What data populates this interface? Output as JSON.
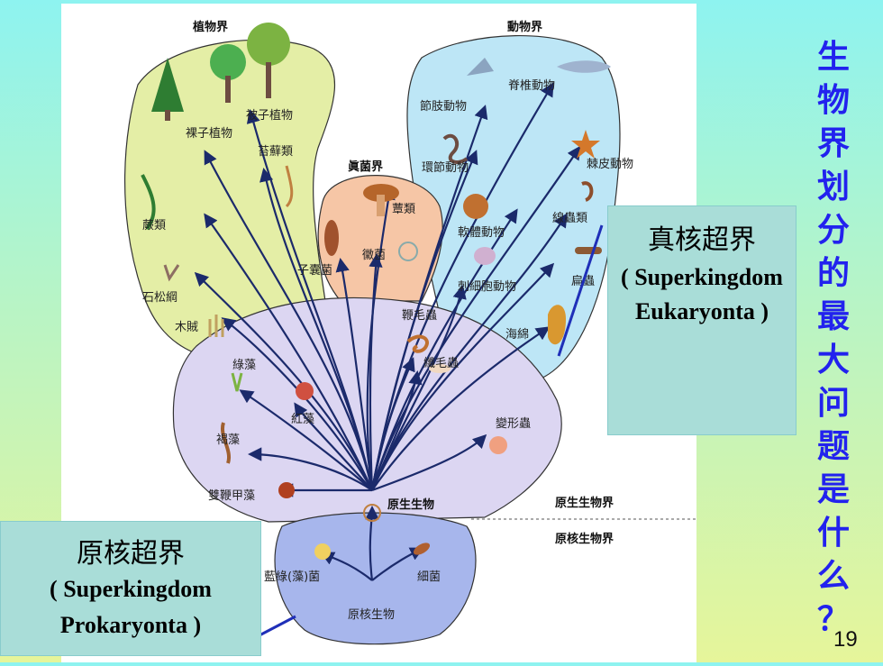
{
  "diagram": {
    "kingdoms": {
      "plants": "植物界",
      "animals": "動物界",
      "fungi": "眞菌界",
      "protista": "原生生物界",
      "monera": "原核生物界"
    },
    "labels": {
      "angiosperms": "被子植物",
      "gymnosperms": "裸子植物",
      "bryophytes": "苔蘚類",
      "ferns": "蕨類",
      "lycopods": "石松綱",
      "horsetails": "木賊",
      "mushrooms": "蕈類",
      "ascomycetes": "子囊菌",
      "molds": "黴菌",
      "vertebrates": "脊椎動物",
      "arthropods": "節肢動物",
      "annelids": "環節動物",
      "echinoderms": "棘皮動物",
      "mollusks": "軟體動物",
      "nematodes": "線蟲類",
      "flatworms": "扁蟲",
      "cnidarians": "刺細胞動物",
      "sponges": "海綿",
      "flagellates": "鞭毛蟲",
      "ciliates": "纖毛蟲",
      "green_algae": "綠藻",
      "red_algae": "紅藻",
      "brown_algae": "褐藻",
      "amoeba": "變形蟲",
      "dinoflagellates": "雙鞭甲藻",
      "protists": "原生生物",
      "cyanobacteria": "藍綠(藻)菌",
      "bacteria": "細菌",
      "prokaryotes": "原核生物"
    }
  },
  "eukaryota_box": {
    "cn": "真核超界",
    "en": "( Superkingdom Eukaryonta )"
  },
  "prokaryota_box": {
    "cn": "原核超界",
    "en_line1": "( Superkingdom",
    "en_line2": "Prokaryonta )"
  },
  "vertical_title": [
    "生",
    "物",
    "界",
    "划",
    "分",
    "的",
    "最",
    "大",
    "问",
    "题",
    "是",
    "什",
    "么",
    "？"
  ],
  "page_number": "19",
  "colors": {
    "plants_bg": "#e4eea6",
    "animals_bg": "#bde6f6",
    "fungi_bg": "#f6c6a6",
    "protista_bg": "#dcd6f2",
    "monera_bg": "#a7b6ec",
    "arrow": "#1b2a6b",
    "title": "#2222ee"
  }
}
